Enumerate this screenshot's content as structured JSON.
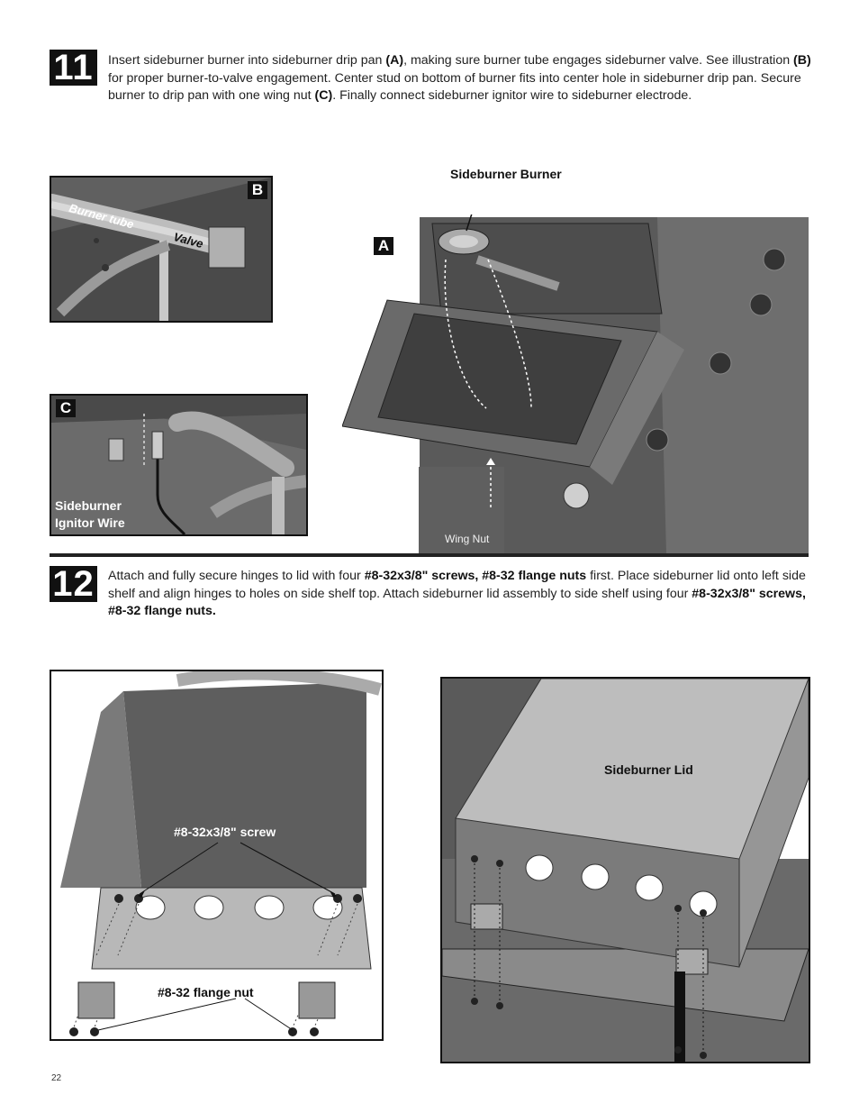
{
  "step11": {
    "number": "11",
    "text_parts": [
      {
        "t": "Insert sideburner burner into sideburner drip pan ",
        "b": false
      },
      {
        "t": "(A)",
        "b": true
      },
      {
        "t": ", making sure burner tube engages sideburner valve. See illustration ",
        "b": false
      },
      {
        "t": "(B)",
        "b": true
      },
      {
        "t": " for proper burner-to-valve engagement. Center stud on bottom of burner fits into center hole in sideburner drip pan. Secure burner to drip pan with one wing nut ",
        "b": false
      },
      {
        "t": "(C)",
        "b": true
      },
      {
        "t": ". Finally connect sideburner ignitor wire to sideburner electrode.",
        "b": false
      }
    ],
    "figB": {
      "tag": "B",
      "burner_tube_label": "Burner tube",
      "valve_label": "Valve"
    },
    "figC": {
      "tag": "C",
      "wire_label_line1": "Sideburner",
      "wire_label_line2": "Ignitor Wire"
    },
    "figA": {
      "tag": "A",
      "burner_label": "Sideburner Burner",
      "wingnut_label": "Wing Nut"
    }
  },
  "step12": {
    "number": "12",
    "text_parts": [
      {
        "t": "Attach and fully secure hinges to lid with four ",
        "b": false
      },
      {
        "t": "#8-32x3/8\" screws, #8-32 flange nuts",
        "b": true
      },
      {
        "t": " first. Place sideburner lid onto left side shelf and align hinges to holes on side shelf top. Attach sideburner lid assembly to side shelf using four ",
        "b": false
      },
      {
        "t": "#8-32x3/8\" screws, #8-32 flange nuts.",
        "b": true
      }
    ],
    "left_fig": {
      "screw_label": "#8-32x3/8\" screw",
      "nut_label": "#8-32 flange nut"
    },
    "right_fig": {
      "lid_label": "Sideburner Lid"
    }
  },
  "page_number": "22"
}
